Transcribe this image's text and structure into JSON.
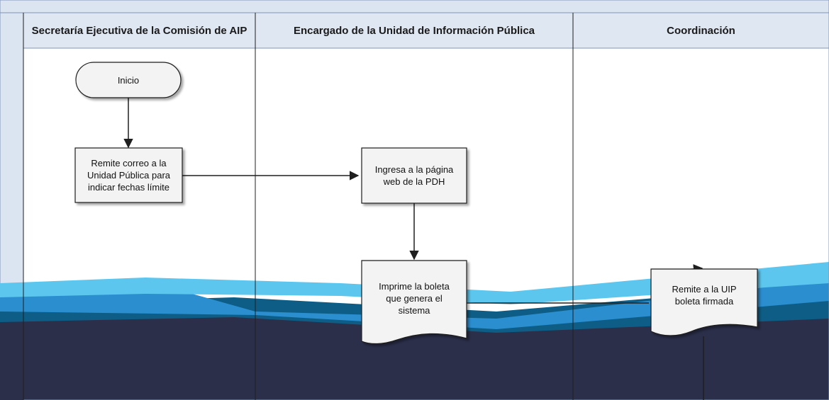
{
  "lanes": [
    {
      "title": "Secretaría Ejecutiva de la Comisión de AIP"
    },
    {
      "title": "Encargado de la Unidad de Información Pública"
    },
    {
      "title": "Coordinación"
    }
  ],
  "nodes": {
    "start": {
      "label": "Inicio"
    },
    "send_email": {
      "label": "Remite correo a la Unidad Pública para indicar fechas límite"
    },
    "enter_web": {
      "label": "Ingresa a la página web de la PDH"
    },
    "print_ticket": {
      "label": "Imprime la boleta que genera el sistema"
    },
    "send_signed": {
      "label": "Remite a la UIP boleta firmada"
    }
  },
  "colors": {
    "lane_frame": "#7f95b5",
    "header_fill": "#dfe7f2",
    "side_strip": "#dbe4f1",
    "node_fill": "#f3f3f3",
    "line": "#1f1f1f",
    "wave_light": "#5cc6ee",
    "wave_mid": "#2a8ecf",
    "wave_dark": "#0d5d86",
    "band_dark": "#2b2f4a"
  }
}
